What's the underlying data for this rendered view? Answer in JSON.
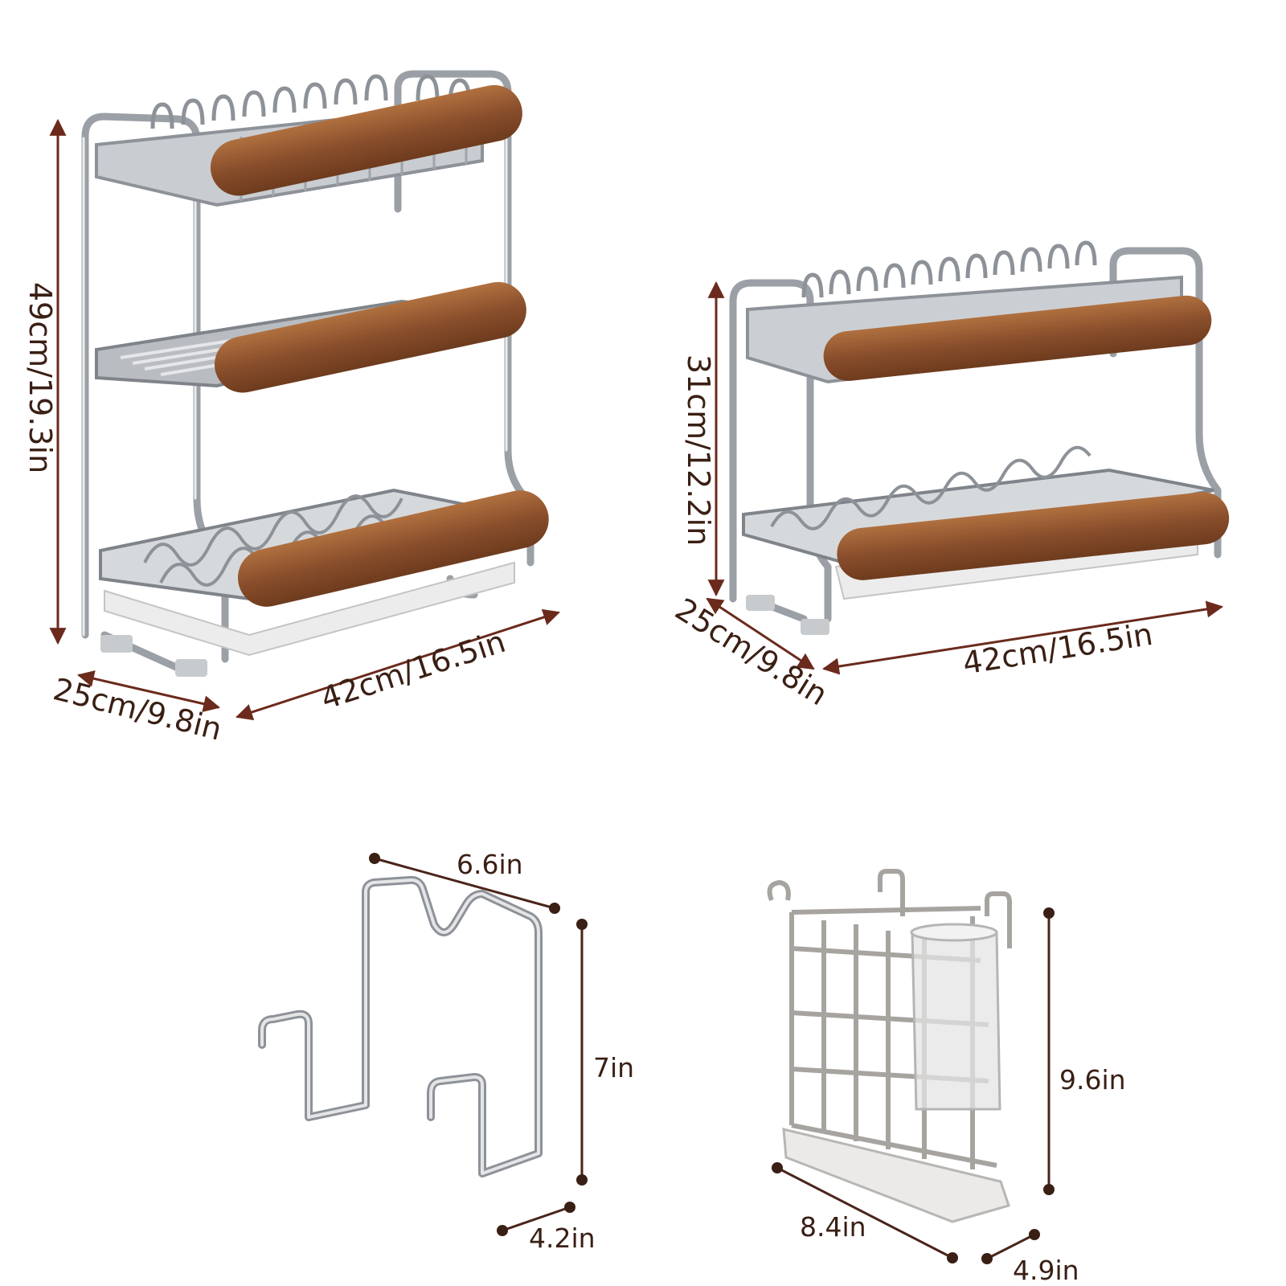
{
  "colors": {
    "background": "#ffffff",
    "dimension_line": "#6b2a1c",
    "dimension_text": "#3a1f14",
    "steel": "#a9aeb3",
    "steel_dark": "#6d7278",
    "wood": "#8a4f2c",
    "wood_light": "#a8683d",
    "tray": "#e6e6e6"
  },
  "products": {
    "three_tier_rack": {
      "height_label": "49cm/19.3in",
      "depth_label": "25cm/9.8in",
      "width_label": "42cm/16.5in"
    },
    "two_tier_rack": {
      "height_label": "31cm/12.2in",
      "depth_label": "25cm/9.8in",
      "width_label": "42cm/16.5in"
    },
    "cutting_board_holder": {
      "width_label": "6.6in",
      "height_label": "7in",
      "depth_label": "4.2in"
    },
    "utensil_holder": {
      "height_label": "9.6in",
      "width_label": "8.4in",
      "depth_label": "4.9in"
    }
  }
}
